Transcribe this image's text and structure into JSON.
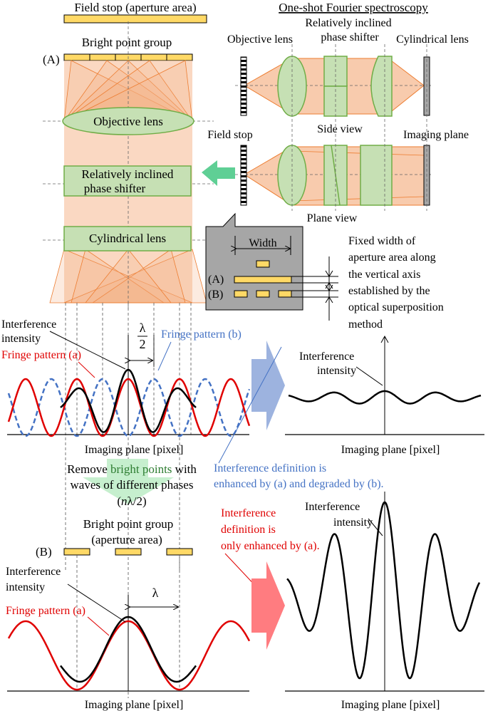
{
  "colors": {
    "lens_fill": "#c6e0b4",
    "lens_stroke": "#70ad47",
    "beam_fill": "#f8cbad",
    "beam_stroke": "#ed7d31",
    "stop_fill": "#ffd966",
    "fringe_a": "#e00000",
    "fringe_b": "#4472c4",
    "annot_blue": "#4472c4",
    "annot_red": "#e00000",
    "arrow_blue": "#9db3df",
    "arrow_red": "#ff7c80",
    "arrow_green": "#5fcf95",
    "inset_gray": "#a6a6a6"
  },
  "left": {
    "field_stop_label": "Field stop (aperture area)",
    "bright_point_group_label": "Bright point group",
    "marker_a": "(A)",
    "objective_lens_label": "Objective lens",
    "phase_shifter_line1": "Relatively inclined",
    "phase_shifter_line2": "phase shifter",
    "cylindrical_lens_label": "Cylindrical lens"
  },
  "schematic": {
    "title": "One-shot Fourier spectroscopy",
    "objective_lens": "Objective lens",
    "phase_shifter_line1": "Relatively inclined",
    "phase_shifter_line2": "phase shifter",
    "cylindrical_lens": "Cylindrical lens",
    "side_view": "Side view",
    "field_stop": "Field stop",
    "imaging_plane": "Imaging plane",
    "plane_view": "Plane view"
  },
  "inset": {
    "width_label": "Width",
    "marker_a": "(A)",
    "marker_b": "(B)",
    "note_lines": [
      "Fixed width of",
      "aperture area along",
      "the vertical axis",
      "established by the",
      "optical superposition",
      "method"
    ]
  },
  "middle": {
    "intensity_line1": "Interference",
    "intensity_line2": "intensity",
    "lambda_half_num": "λ",
    "lambda_half_den": "2",
    "fringe_a": "Fringe pattern (a)",
    "fringe_b": "Fringe pattern (b)",
    "xlabel": "Imaging plane [pixel]",
    "right_intensity_line1": "Interference",
    "right_intensity_line2": "intensity",
    "right_xlabel": "Imaging plane [pixel]",
    "blue_note_line1": "Interference definition is",
    "blue_note_line2": "enhanced by (a) and degraded by (b)."
  },
  "remove": {
    "line1_pre": "Remove ",
    "line1_hl": "bright points",
    "line1_post": " with",
    "line2": "waves of different phases",
    "line3_pre": "(",
    "line3_n": "n",
    "line3_post": "λ/2)"
  },
  "bottom": {
    "bpg_line1": "Bright point group",
    "bpg_line2": "(aperture area)",
    "marker_b": "(B)",
    "intensity_line1": "Interference",
    "intensity_line2": "intensity",
    "lambda": "λ",
    "fringe_a": "Fringe pattern (a)",
    "xlabel": "Imaging plane [pixel]",
    "red_note_lines": [
      "Interference",
      "definition is",
      "only enhanced by (a)."
    ],
    "right_intensity_line1": "Interference",
    "right_intensity_line2": "intensity",
    "right_xlabel": "Imaging plane [pixel]"
  }
}
